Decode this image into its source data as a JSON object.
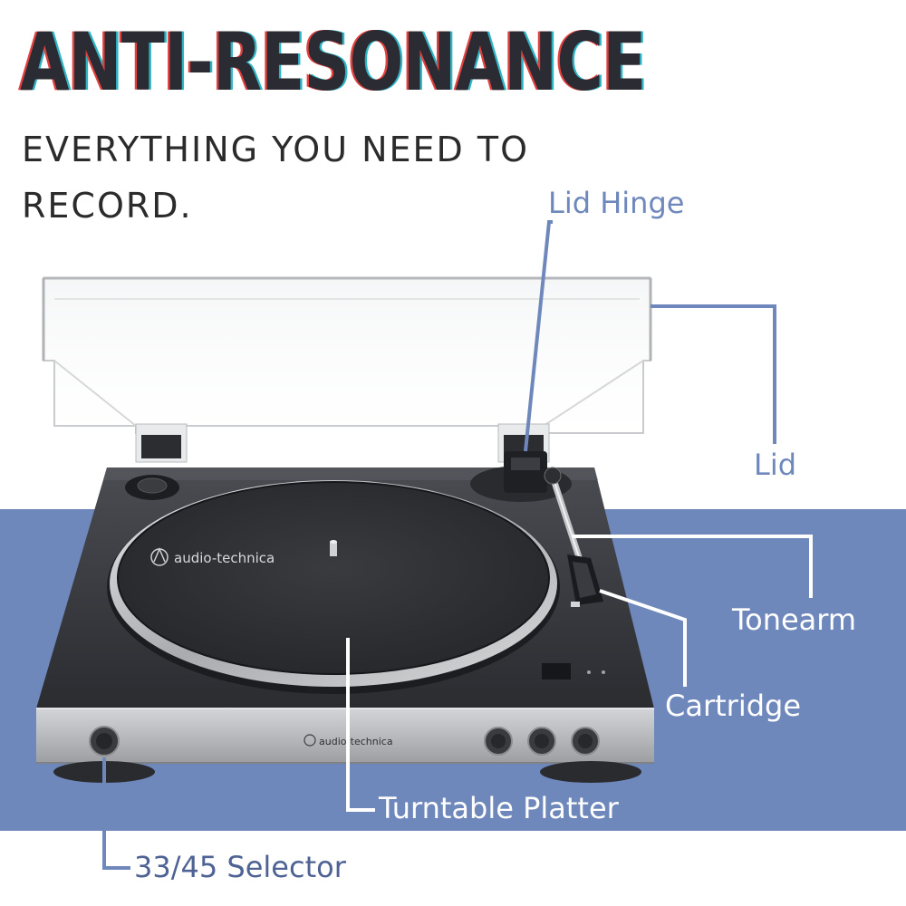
{
  "headline": "ANTI-RESONANCE",
  "subline": {
    "line1": "EVERYTHING YOU NEED TO",
    "line2": "RECORD."
  },
  "callouts": {
    "lid_hinge": "Lid Hinge",
    "lid": "Lid",
    "tonearm": "Tonearm",
    "cartridge": "Cartridge",
    "turntable_platter": "Turntable Platter",
    "selector": "33/45 Selector"
  },
  "product": {
    "platter_brand": "audio-technica",
    "front_brand": "audio-technica"
  },
  "colors": {
    "accent_blue": "#6f88bc",
    "headline": "#2b2b33",
    "headline_red": "#e0413e",
    "headline_cyan": "#2fb4c4",
    "body": "#3a3a3e",
    "faceplate": "#b8babd"
  }
}
